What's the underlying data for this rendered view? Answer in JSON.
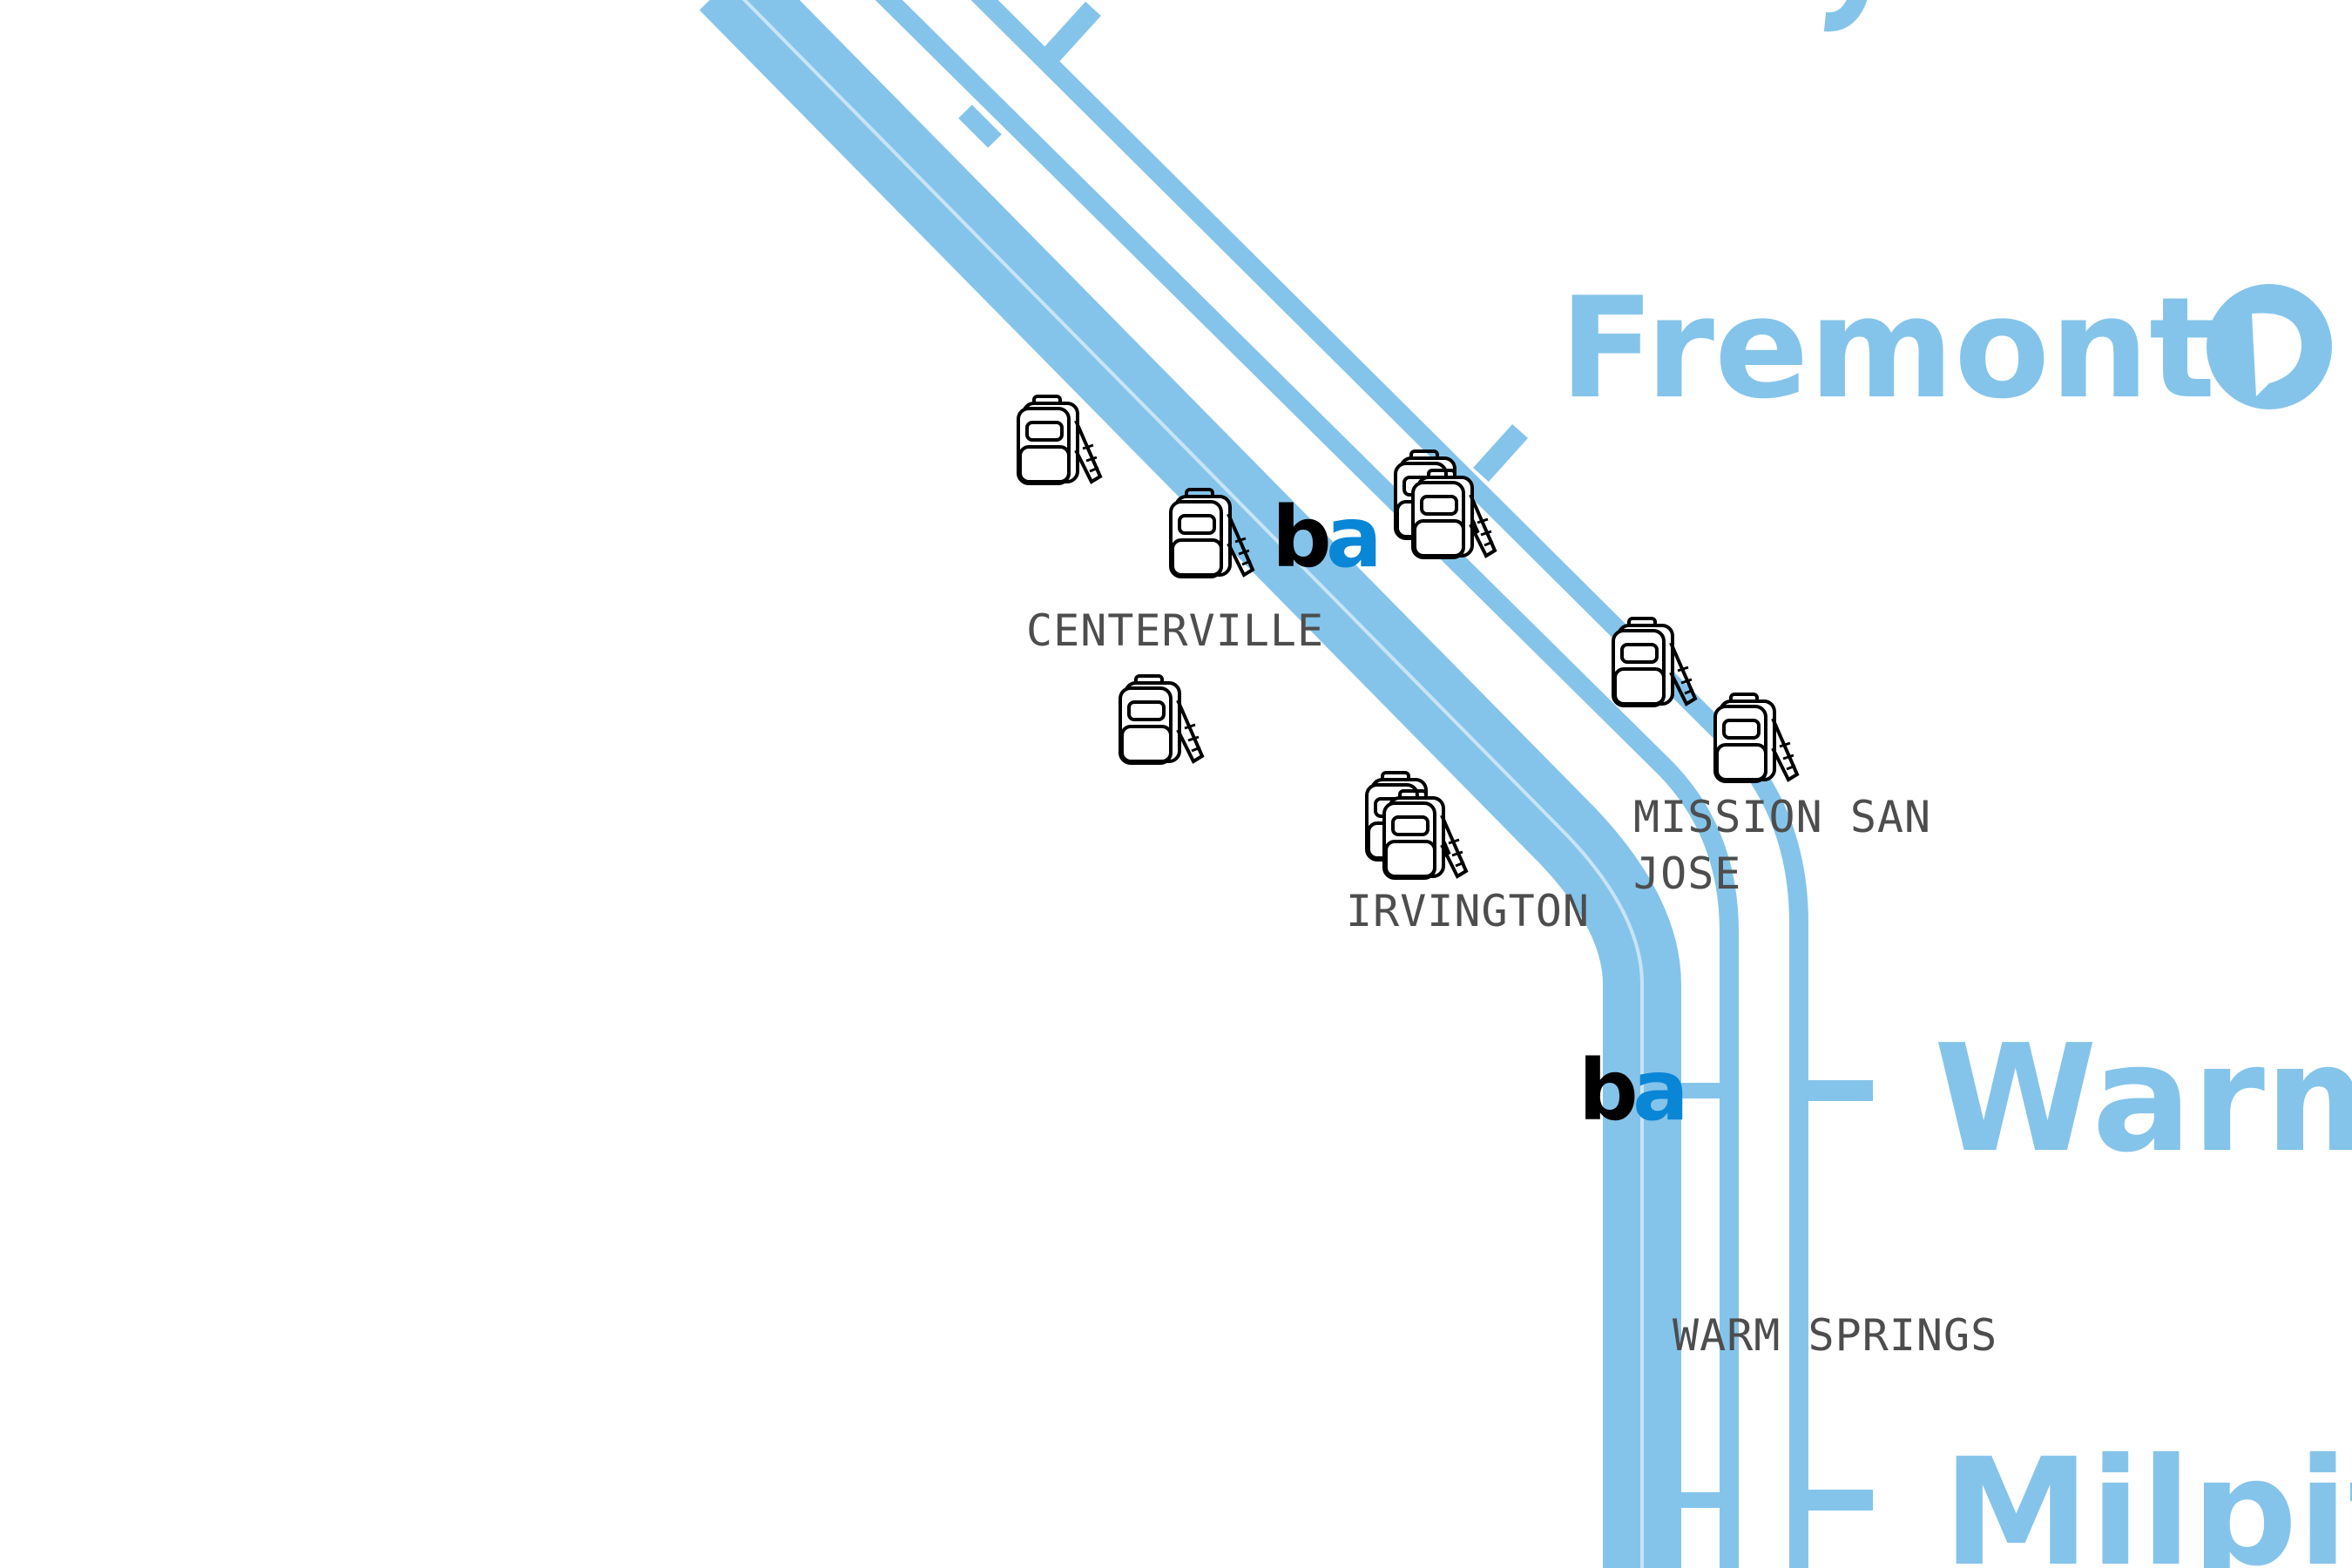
{
  "map": {
    "colors": {
      "background": "#ffffff",
      "rail": "#85c4ea",
      "rail_gap": "#ffffff",
      "station_label": "#4d4d4d",
      "logo_dark": "#000000",
      "logo_blue": "#0a86d6"
    },
    "places": [
      {
        "id": "fremont",
        "label": "Fremont"
      },
      {
        "id": "warm-springs",
        "label": "Warm"
      },
      {
        "id": "milpitas",
        "label": "Milpit"
      }
    ],
    "stations": [
      {
        "id": "centerville",
        "label": "CENTERVILLE"
      },
      {
        "id": "irvington",
        "label": "IRVINGTON"
      },
      {
        "id": "mission-san-jose",
        "label_line1": "MISSION SAN",
        "label_line2": "JOSE"
      },
      {
        "id": "warm-springs",
        "label": "WARM SPRINGS"
      }
    ],
    "logos": [
      {
        "id": "bart-logo-centerville",
        "letters": [
          "b",
          "a"
        ]
      },
      {
        "id": "bart-logo-warm-springs",
        "letters": [
          "b",
          "a"
        ]
      }
    ],
    "markers": {
      "type": "school-backpack-icon",
      "count": 9
    }
  }
}
